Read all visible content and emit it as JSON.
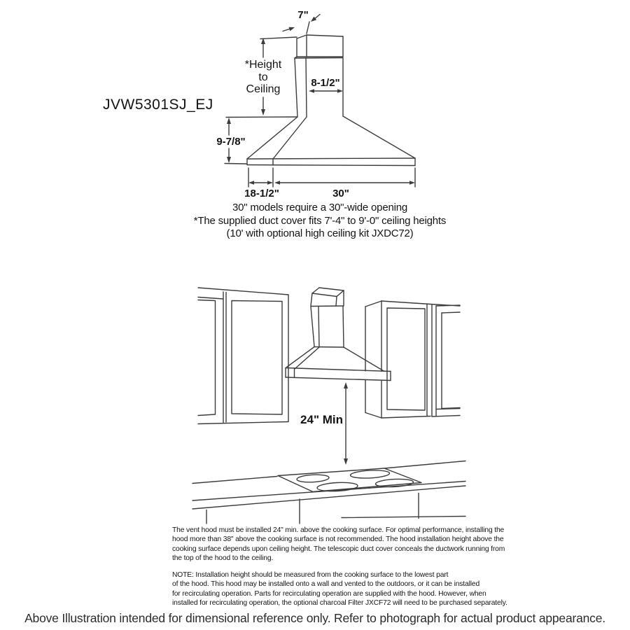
{
  "model": "JVW5301SJ_EJ",
  "dims": {
    "duct_top_depth": "7\"",
    "duct_width": "8-1/2\"",
    "height_to_ceiling": [
      "*Height",
      "to",
      "Ceiling"
    ],
    "canopy_height": "9-7/8\"",
    "canopy_depth": "18-1/2\"",
    "canopy_width": "30\"",
    "min_height_above_cooktop": "24\" Min"
  },
  "top_note": "30\" models require a 30\"-wide opening\n*The supplied duct cover fits 7'-4\" to 9'-0\" ceiling heights\n(10' with optional high ceiling kit JXDC72)",
  "body_text": {
    "installation": "The vent hood must be installed 24\" min. above the cooking surface. For optimal performance, installing the\nhood more than 38\" above the cooking surface is not recommended. The hood installation height above the\ncooking surface depends upon ceiling height. The telescopic duct cover conceals the ductwork running from\nthe top of the hood to the ceiling.",
    "note": "NOTE: Installation height should be measured from the cooking surface to the lowest part\nof the hood. This hood may be installed onto a wall and vented to the outdoors, or it can be installed\nfor recirculating operation. Parts for recirculating operation are supplied with the hood. However, when\ninstalled for recirculating operation, the optional charcoal Filter JXCF72 will need to be purchased separately."
  },
  "footer": "Above Illustration intended for dimensional reference only. Refer to photograph for actual product appearance.",
  "colors": {
    "line": "#3c3c3c",
    "text": "#141414"
  }
}
